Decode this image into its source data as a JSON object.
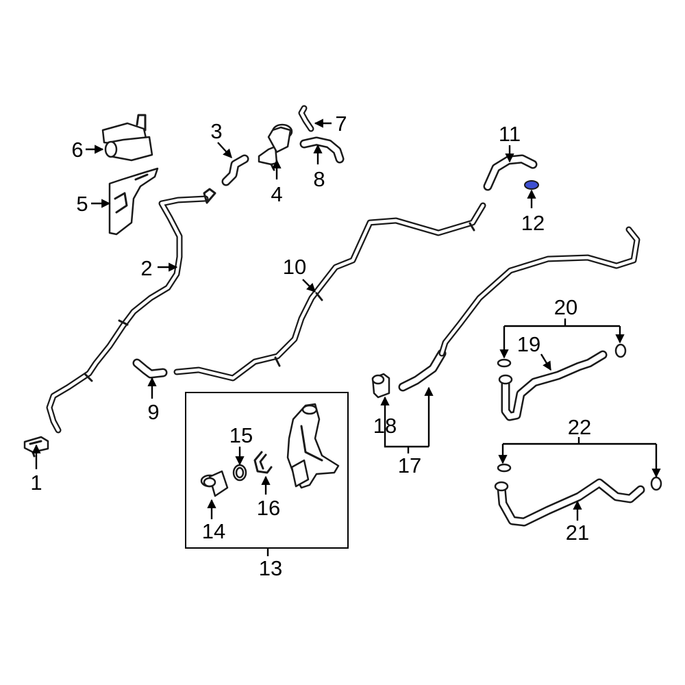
{
  "colors": {
    "line": "#1a1a1a",
    "background": "#ffffff",
    "highlight_fill": "#3d4fd1"
  },
  "callouts": {
    "c1": "1",
    "c2": "2",
    "c3": "3",
    "c4": "4",
    "c5": "5",
    "c6": "6",
    "c7": "7",
    "c8": "8",
    "c9": "9",
    "c10": "10",
    "c11": "11",
    "c12": "12",
    "c13": "13",
    "c14": "14",
    "c15": "15",
    "c16": "16",
    "c17": "17",
    "c18": "18",
    "c19": "19",
    "c20": "20",
    "c21": "21",
    "c22": "22"
  },
  "highlighted_part": "12"
}
